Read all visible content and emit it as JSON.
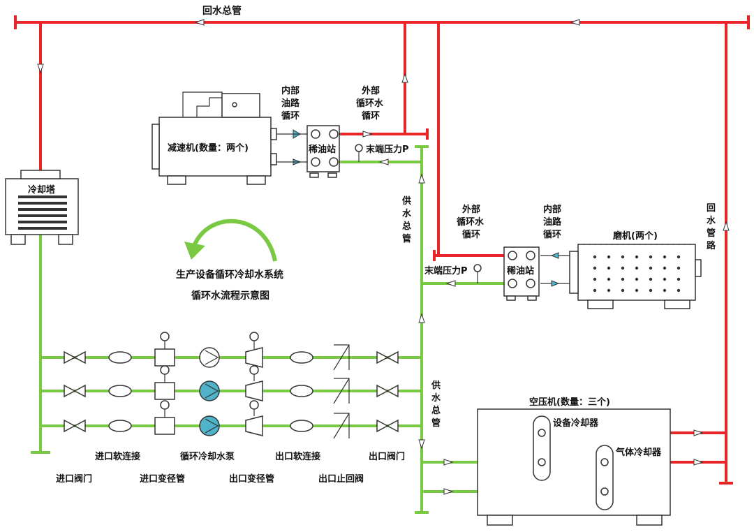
{
  "labels": {
    "return_main": "回水总管",
    "cooling_tower": "冷却塔",
    "reducer": "减速机(数量：两个)",
    "inner_oil_1": [
      "内部",
      "油路",
      "循环"
    ],
    "outer_water_1": [
      "外部",
      "循环水",
      "循环"
    ],
    "oil_station_1": "稀油站",
    "end_pressure_1": "末端压力P",
    "supply_main_1": [
      "供",
      "水",
      "总",
      "管"
    ],
    "outer_water_2": [
      "外部",
      "循环水",
      "循环"
    ],
    "inner_oil_2": [
      "内部",
      "油路",
      "循环"
    ],
    "mill": "磨机(两个)",
    "return_pipe": [
      "回",
      "水",
      "管",
      "路"
    ],
    "oil_station_2": "稀油站",
    "end_pressure_2": "末端压力P",
    "title_line1": "生产设备循环冷却水系统",
    "title_line2": "循环水流程示意图",
    "supply_main_2": [
      "供",
      "水",
      "总",
      "管"
    ],
    "compressor": "空压机(数量：三个)",
    "equip_cooler": "设备冷却器",
    "gas_cooler": "气体冷却器",
    "inlet_flex": "进口软连接",
    "pump": "循环冷却水泵",
    "outlet_flex": "出口软连接",
    "outlet_valve": "出口阀门",
    "inlet_valve": "进口阀门",
    "inlet_reducer": "进口变径管",
    "outlet_reducer": "出口变径管",
    "outlet_check": "出口止回阀"
  },
  "colors": {
    "return_pipe": "#e8262a",
    "supply_pipe": "#7ac943",
    "pump_fill": "#4fb3c9"
  }
}
